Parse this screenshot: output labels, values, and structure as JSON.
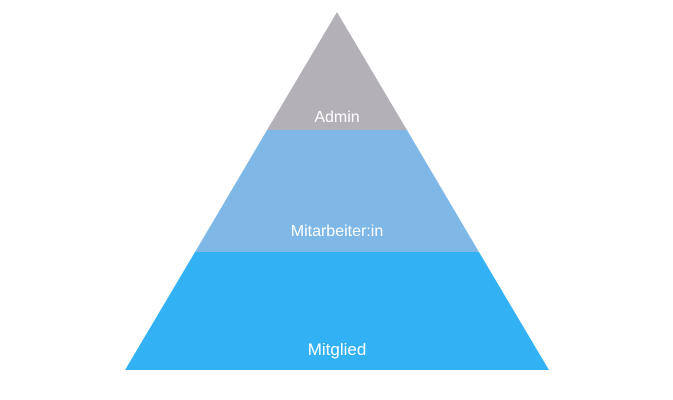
{
  "diagram": {
    "type": "pyramid",
    "background": "#ffffff",
    "label_color": "#ffffff",
    "tiers": [
      {
        "label": "Admin",
        "color": "#b3b0b8",
        "level": "top"
      },
      {
        "label": "Mitarbeiter:in",
        "color": "#7fb8e6",
        "level": "middle"
      },
      {
        "label": "Mitglied",
        "color": "#33b1f5",
        "level": "bottom"
      }
    ]
  }
}
